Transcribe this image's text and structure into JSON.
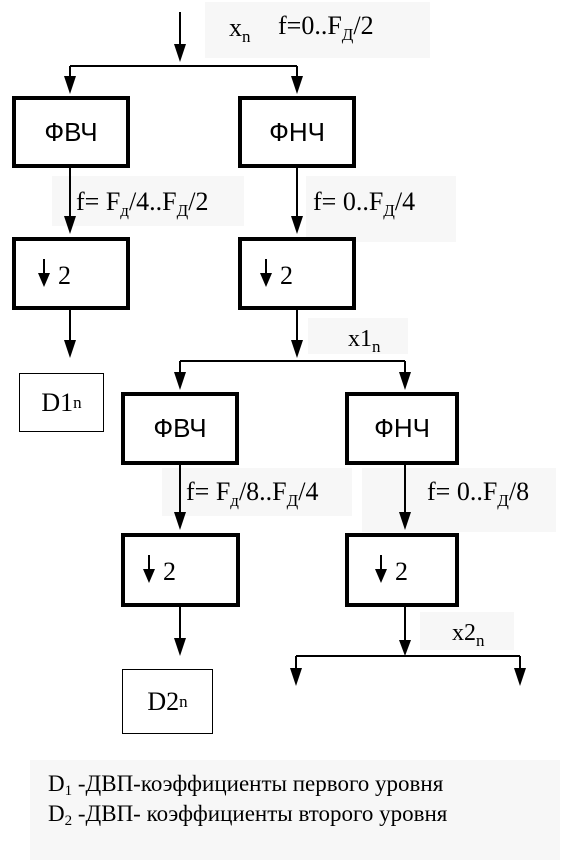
{
  "signal_in": {
    "x": "x",
    "x_sub": "n",
    "range": "f=0..F",
    "range_sub": "Д",
    "range_tail": "/2"
  },
  "level1": {
    "hpf_label": "ФВЧ",
    "lpf_label": "ФНЧ",
    "hpf_band": {
      "pre": "f= F",
      "s1": "д",
      "mid": "/4..F",
      "s2": "Д",
      "tail": "/2"
    },
    "lpf_band": {
      "pre": "f= 0..F",
      "s1": "Д",
      "tail": "/4"
    },
    "decim_factor": "2",
    "output": {
      "main": "D1",
      "sub": "n"
    },
    "approx": {
      "main": "x1",
      "sub": "n"
    }
  },
  "level2": {
    "hpf_label": "ФВЧ",
    "lpf_label": "ФНЧ",
    "hpf_band": {
      "pre": "f= F",
      "s1": "д",
      "mid": "/8..F",
      "s2": "Д",
      "tail": "/4"
    },
    "lpf_band": {
      "pre": "f= 0..F",
      "s1": "Д",
      "tail": "/8"
    },
    "decim_factor": "2",
    "output": {
      "main": "D2",
      "sub": "n"
    },
    "approx": {
      "main": "x2",
      "sub": "n"
    }
  },
  "legend": [
    {
      "main": "D",
      "sub": "1",
      "text": " -ДВП-коэффициенты первого уровня"
    },
    {
      "main": "D",
      "sub": "2",
      "text": " -ДВП- коэффициенты второго уровня"
    }
  ],
  "down_arrow_glyph": "down-arrow-icon"
}
